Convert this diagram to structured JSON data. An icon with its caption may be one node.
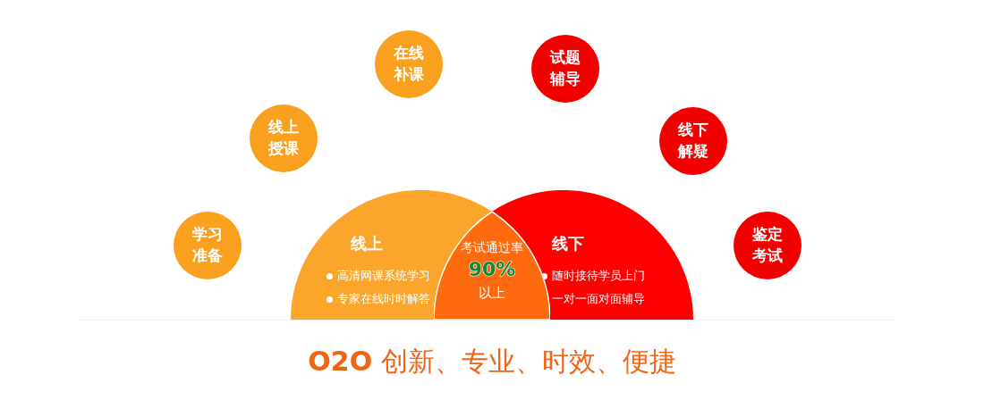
{
  "diagram": {
    "caption": "**O2O** 创新、专业、时效、便捷",
    "nodes": [
      {
        "text": [
          "学习准备"
        ]
      },
      {
        "text": [
          "线上授课"
        ]
      },
      {
        "text": [
          "在线补课"
        ]
      },
      {
        "text": [
          "试题辅导"
        ]
      },
      {
        "text": [
          "线下解疑"
        ]
      },
      {
        "text": [
          "鉴定考试"
        ]
      },
      {
        "text": [
          "线上",
          "高清网课系统学习",
          "专家在线时时解答"
        ]
      },
      {
        "text": [
          "线下",
          "随时接待学员上门",
          "一对一面对面辅导"
        ]
      },
      {
        "text": [
          "考试通过率",
          "90%",
          "以上"
        ]
      }
    ]
  }
}
